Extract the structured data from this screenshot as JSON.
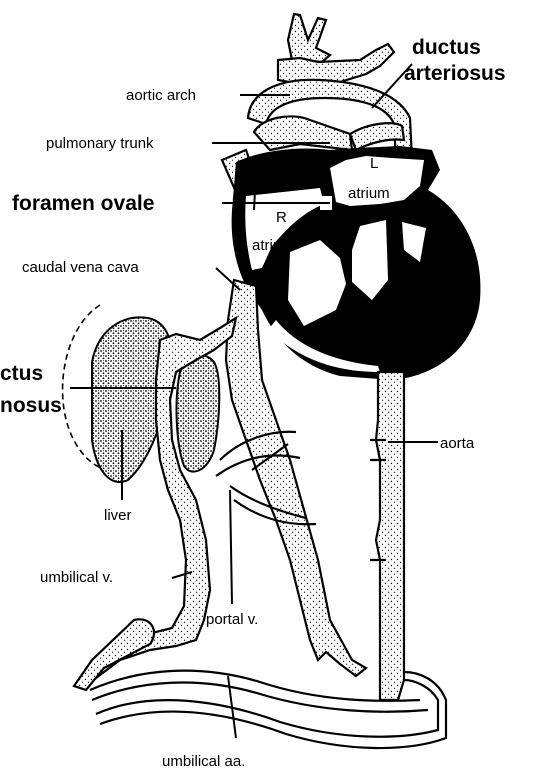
{
  "labels": {
    "ductus_arteriosus_line1": "ductus",
    "ductus_arteriosus_line2": "arteriosus",
    "aortic_arch": "aortic arch",
    "pulmonary_trunk": "pulmonary trunk",
    "foramen_ovale": "foramen ovale",
    "left_atrium_letter": "L",
    "left_atrium_word": "atrium",
    "right_atrium_letter": "R",
    "right_atrium_word": "atrium",
    "caudal_vena_cava": "caudal vena cava",
    "ductus_venosus_line1": "ctus",
    "ductus_venosus_line2": "nosus",
    "aorta": "aorta",
    "liver": "liver",
    "umbilical_v": "umbilical v.",
    "portal_v": "portal v.",
    "umbilical_aa": "umbilical aa."
  }
}
